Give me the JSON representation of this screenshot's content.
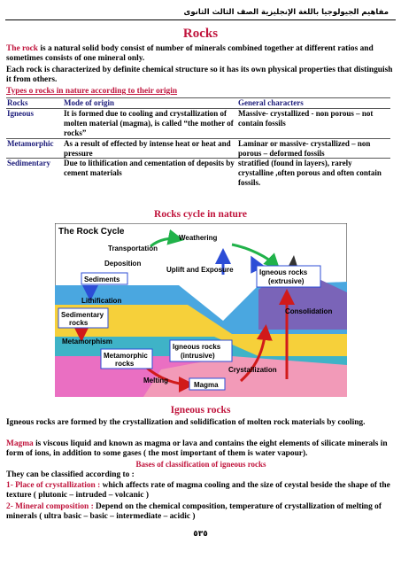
{
  "header": {
    "text": "مفاهيم الجيولوجيا باللغة الإنجليزية الصف الثالث الثانوى"
  },
  "rocks": {
    "title": "Rocks",
    "intro_keyword": "The rock",
    "intro_rest": " is a natural solid body consist of number of minerals combined together at different ratios and sometimes consists of one mineral only.",
    "p2": "Each rock is characterized by definite chemical structure so it has its own physical properties that distinguish it from others.",
    "types_heading": "Types o rocks in nature according to their origin"
  },
  "table": {
    "headers": [
      "Rocks",
      "Mode of origin",
      "General characters"
    ],
    "rows": [
      {
        "rock": "Igneous",
        "origin": "It is formed due to cooling and crystallization of molten material (magma), is called “the mother of rocks”",
        "characters": "Massive- crystallized - non porous – not contain fossils"
      },
      {
        "rock": "Metamorphic",
        "origin": "As a result of effected by intense heat or heat and pressure",
        "characters": "Laminar or massive- crystallized – non porous – deformed fossils"
      },
      {
        "rock": "Sedimentary",
        "origin": "Due to lithification and cementation of deposits by cement materials",
        "characters": "stratified (found in layers), rarely crystalline ,often porous and often contain fossils."
      }
    ]
  },
  "cycle": {
    "caption": "Rocks cycle in nature",
    "diagram": {
      "title": "The Rock Cycle",
      "weathering": "Weathering",
      "transportation": "Transportation",
      "deposition": "Deposition",
      "uplift": "Uplift and Exposure",
      "sediments": "Sediments",
      "igneous_extrusive": [
        "Igneous rocks",
        "(extrusive)"
      ],
      "lithification": "Lithification",
      "consolidation": "Consolidation",
      "sedimentary_rocks": [
        "Sedimentary",
        "rocks"
      ],
      "metamorphism": "Metamorphism",
      "igneous_intrusive": [
        "Igneous rocks",
        "(intrusive)"
      ],
      "metamorphic_rocks": [
        "Metamorphic",
        "rocks"
      ],
      "crystallization": "Crystallization",
      "melting": "Melting",
      "magma": "Magma"
    }
  },
  "igneous": {
    "title": "Igneous rocks",
    "p1": "Igneous rocks are formed by the crystallization and solidification of molten rock materials by cooling.",
    "magma_keyword": "Magma",
    "magma_rest": " is viscous liquid and known as magma or lava and contains the eight elements of silicate minerals in form of ions, in addition to some gases ( the most important of them is water vapour).",
    "bases_heading": "Bases of classification of igneous rocks",
    "classified": "They can be classified according to :",
    "item1_label": "1- Place of crystallization :",
    "item1_text": " which affects rate of magma cooling and the size of ceystal beside the shape of the texture ( plutonic – intruded – volcanic )",
    "item2_label": "2- Mineral composition :",
    "item2_text": " Depend on the chemical composition, temperature of crystallization of melting of minerals ( ultra basic – basic – intermediate – acidic )"
  },
  "page_number": "٥٣٥"
}
